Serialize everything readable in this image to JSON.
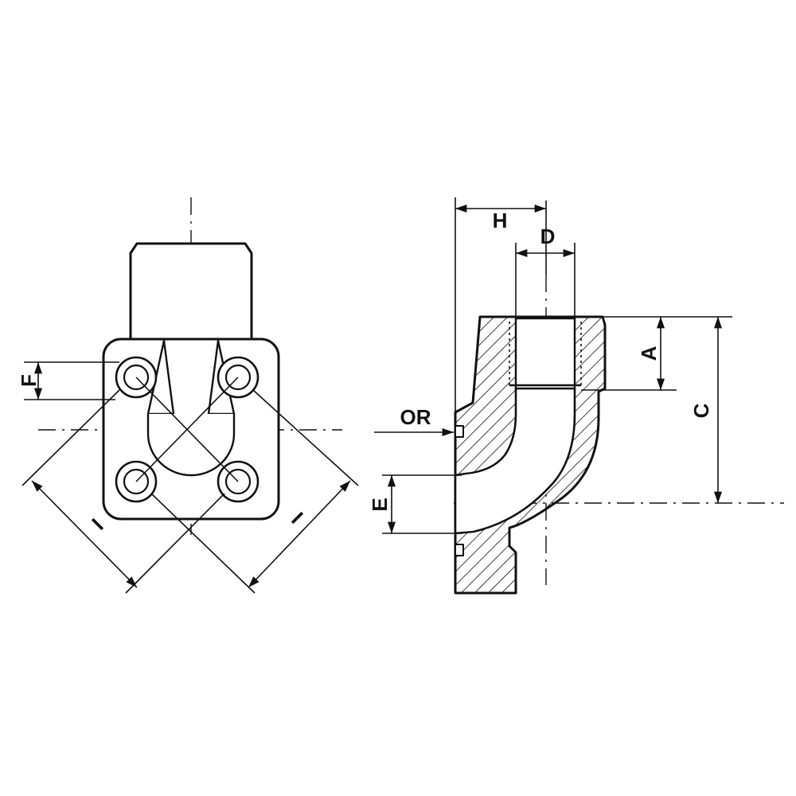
{
  "labels": {
    "F": "F",
    "I_left": "I",
    "I_right": "I",
    "H": "H",
    "D": "D",
    "A": "A",
    "C": "C",
    "OR": "OR",
    "E": "E"
  },
  "colors": {
    "line": "#111111",
    "background": "#ffffff"
  }
}
